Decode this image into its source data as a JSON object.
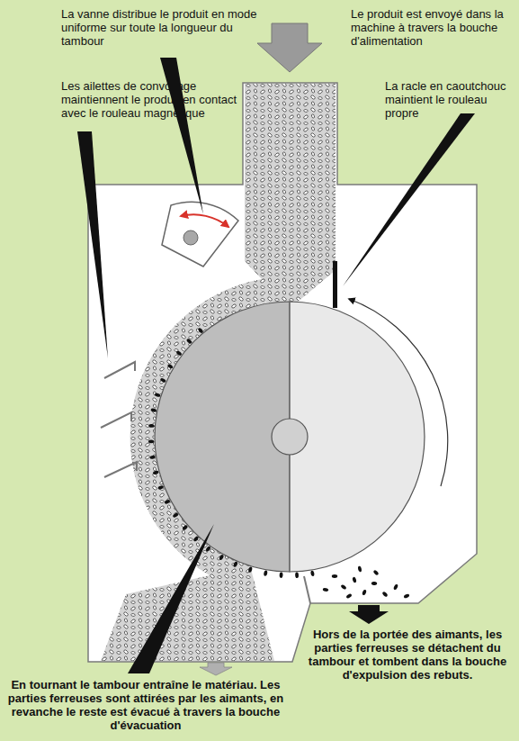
{
  "diagram": {
    "labels": [
      "La vanne distribue le produit en mode uniforme sur toute la longueur du tambour",
      "Le produit est envoyé dans la machine à travers la bouche d'alimentation",
      "Les ailettes de convoyage maintiennent le produit en contact avec le rouleau magnétique",
      "La racle en caoutchouc maintient le rouleau propre",
      "En tournant le tambour entraîne le matériau. Les parties ferreuses sont attirées par les aimants, en revanche le reste est évacué à travers la bouche d'évacuation",
      "Hors de la portée des aimants, les parties ferreuses se détachent du tambour et tombent dans la bouche d'expulsion des rebuts."
    ]
  }
}
